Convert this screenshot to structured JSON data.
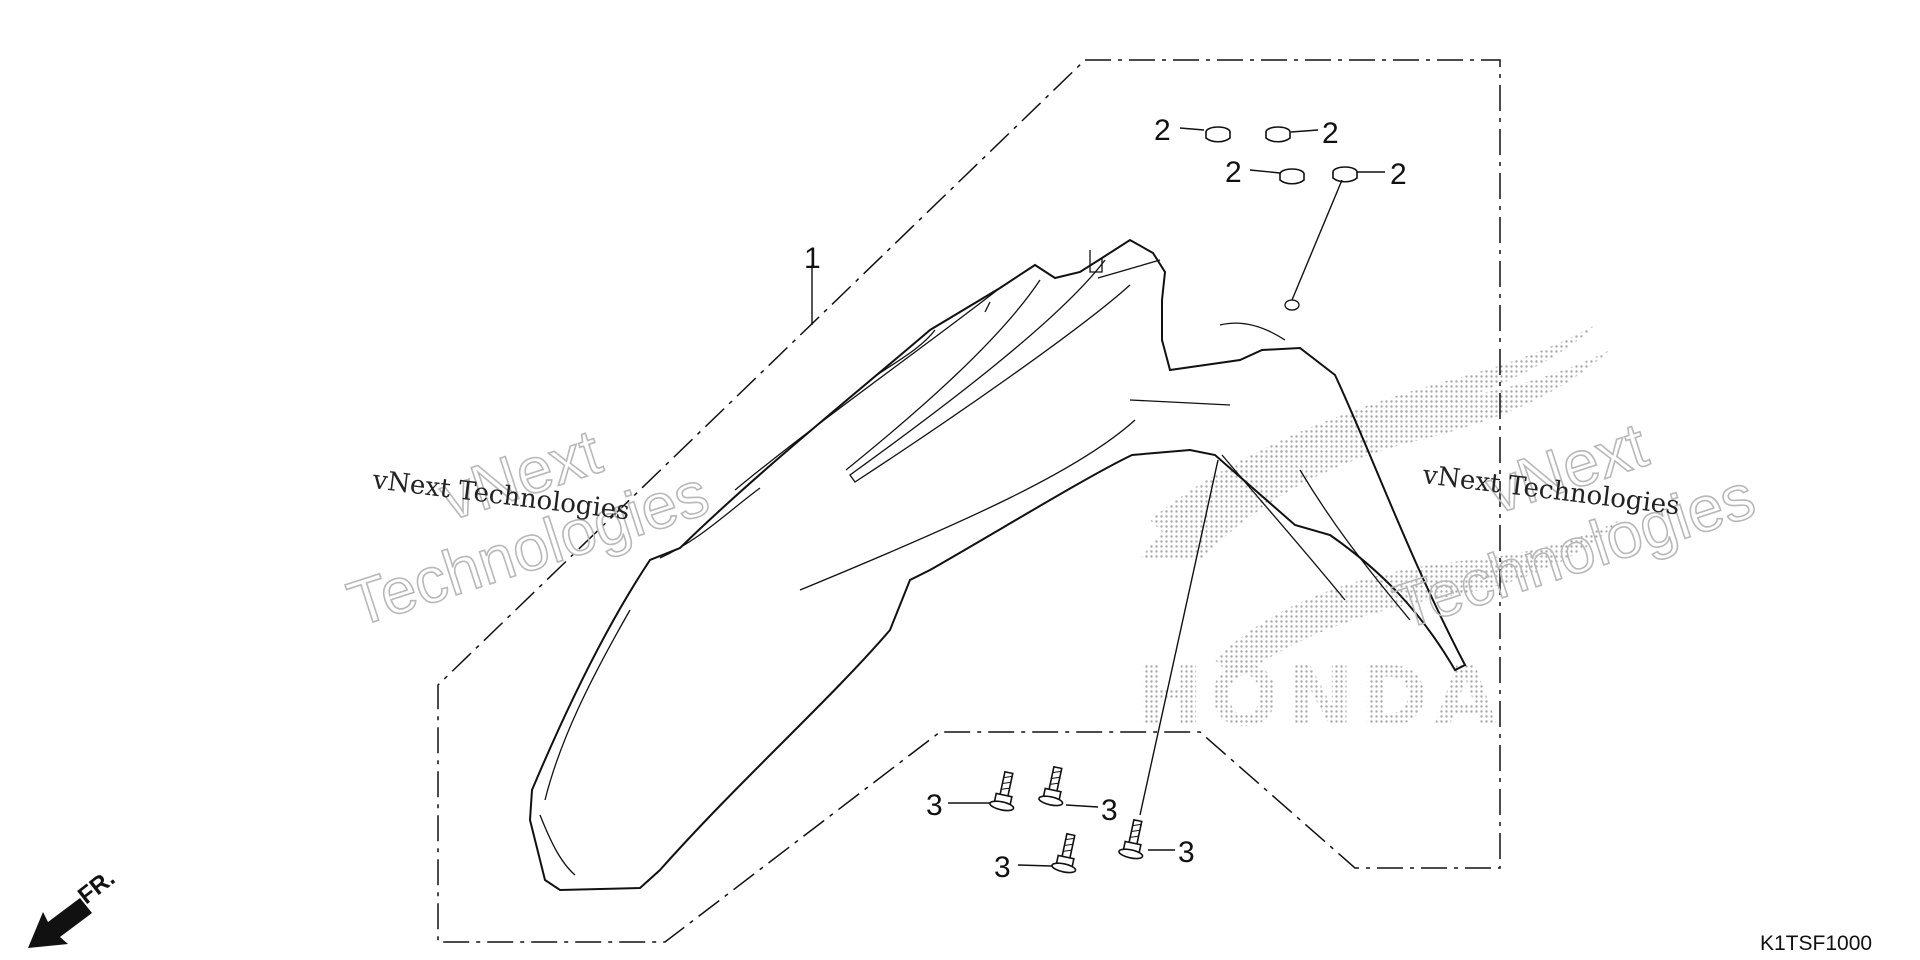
{
  "diagram": {
    "figure_code": "K1TSF1000",
    "direction_label": "FR."
  },
  "callouts": {
    "part_1": "1",
    "part_2": "2",
    "part_3": "3"
  },
  "watermarks": {
    "serif_text": "vNext Technologies",
    "outline_line1": "vNext",
    "outline_line2": "Technologies",
    "logo_word": "HONDA"
  },
  "colors": {
    "line": "#111111",
    "watermark_gray": "#b8b8b8",
    "background": "#ffffff"
  }
}
